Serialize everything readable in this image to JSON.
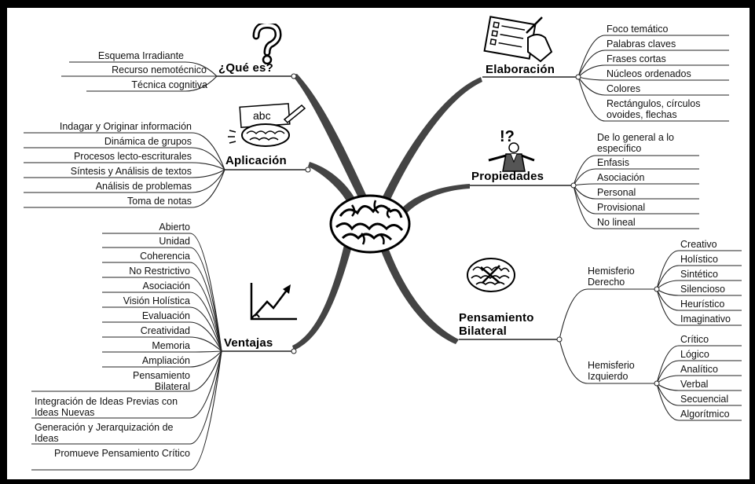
{
  "center": {
    "icon": "brain-icon"
  },
  "branches": {
    "que_es": {
      "title": "¿Qué es?",
      "icon": "question-mark-icon",
      "items": [
        "Esquema Irradiante",
        "Recurso nemotécnico",
        "Técnica cognitiva"
      ]
    },
    "aplicacion": {
      "title": "Aplicación",
      "icon": "abc-brain-writing-icon",
      "icon_text": "abc",
      "items": [
        "Indagar y Originar información",
        "Dinámica de grupos",
        "Procesos lecto-escriturales",
        "Síntesis y Análisis de textos",
        "Análisis de problemas",
        "Toma de notas"
      ]
    },
    "ventajas": {
      "title": "Ventajas",
      "icon": "growth-chart-icon",
      "items": [
        "Abierto",
        "Unidad",
        "Coherencia",
        "No Restrictivo",
        "Asociación",
        "Visión Holística",
        "Evaluación",
        "Creatividad",
        "Memoria",
        "Ampliación",
        "Pensamiento Bilateral",
        "Integración de Ideas Previas con Ideas Nuevas",
        "Generación y Jerarquización de Ideas",
        "Promueve Pensamiento Crítico"
      ]
    },
    "elaboracion": {
      "title": "Elaboración",
      "icon": "checklist-hand-icon",
      "items": [
        "Foco temático",
        "Palabras claves",
        "Frases cortas",
        "Núcleos ordenados",
        "Colores",
        "Rectángulos, círculos ovoides, flechas"
      ]
    },
    "propiedades": {
      "title": "Propiedades",
      "icon": "confused-person-icon",
      "icon_text": "!?",
      "items": [
        "De lo general a lo específico",
        "Enfasis",
        "Asociación",
        "Personal",
        "Provisional",
        "No lineal"
      ]
    },
    "pensamiento": {
      "title": "Pensamiento Bilateral",
      "icon": "brain-hemispheres-icon",
      "groups": [
        {
          "label": "Hemisferio Derecho",
          "items": [
            "Creativo",
            "Holístico",
            "Sintético",
            "Silencioso",
            "Heurístico",
            "Imaginativo"
          ]
        },
        {
          "label": "Hemisferio Izquierdo",
          "items": [
            "Crítico",
            "Lógico",
            "Analítico",
            "Verbal",
            "Secuencial",
            "Algorítmico"
          ]
        }
      ]
    }
  }
}
